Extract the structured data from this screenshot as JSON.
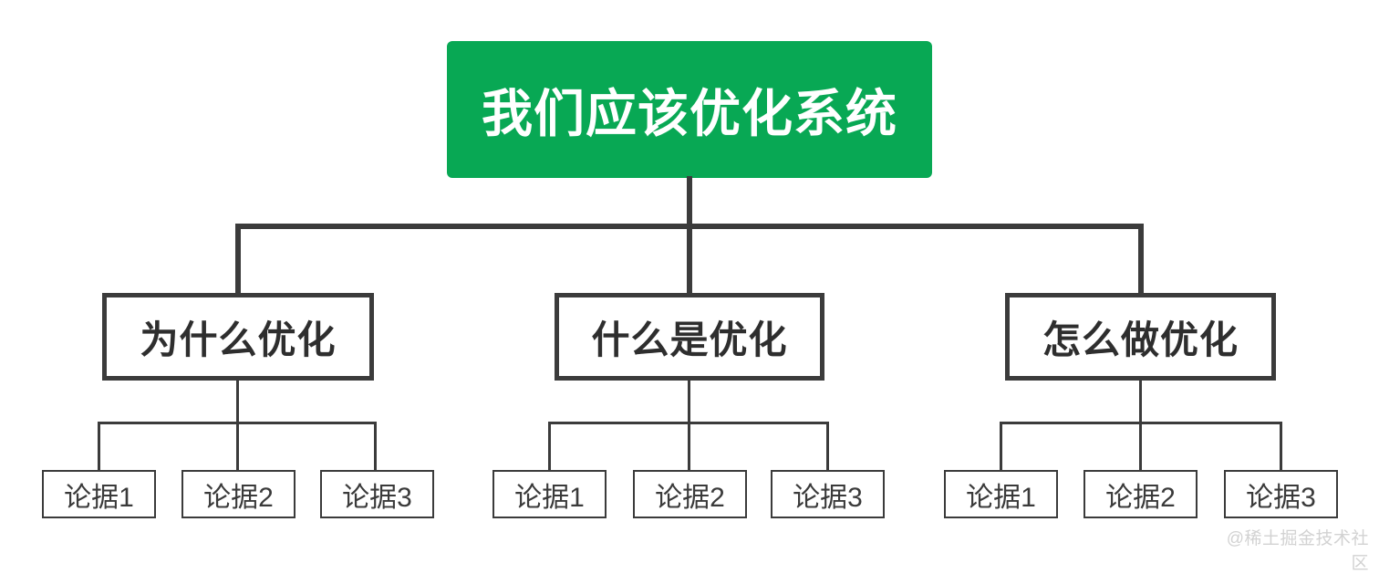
{
  "colors": {
    "accent-green": "#08A854",
    "connector": "#3B3B3B",
    "box-border": "#3B3B3B",
    "text-dark": "#2E2E2E",
    "text-leaf": "#3A3A3A",
    "watermark": "#D2D2D2"
  },
  "diagram": {
    "type": "tree",
    "root": {
      "label": "我们应该优化系统"
    },
    "branches": [
      {
        "label": "为什么优化",
        "children": [
          {
            "label": "论据1"
          },
          {
            "label": "论据2"
          },
          {
            "label": "论据3"
          }
        ]
      },
      {
        "label": "什么是优化",
        "children": [
          {
            "label": "论据1"
          },
          {
            "label": "论据2"
          },
          {
            "label": "论据3"
          }
        ]
      },
      {
        "label": "怎么做优化",
        "children": [
          {
            "label": "论据1"
          },
          {
            "label": "论据2"
          },
          {
            "label": "论据3"
          }
        ]
      }
    ]
  },
  "watermark": {
    "label": "@稀土掘金技术社区"
  }
}
